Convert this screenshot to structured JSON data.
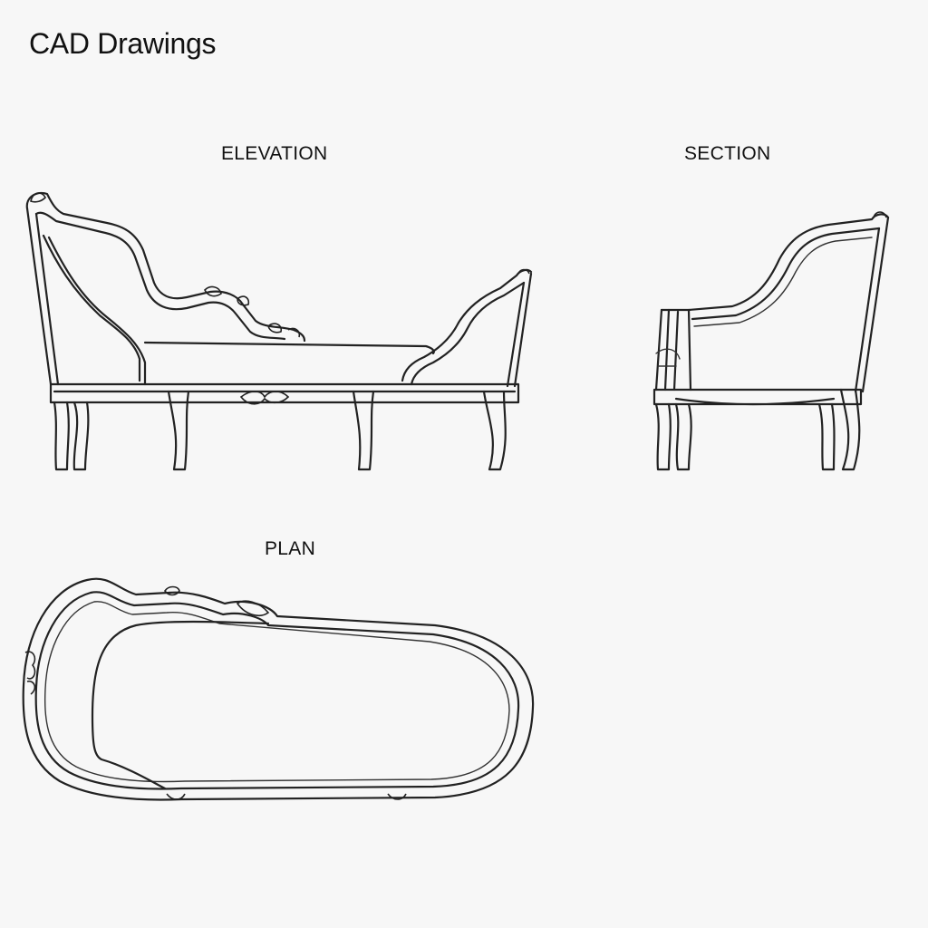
{
  "page": {
    "title": "CAD Drawings"
  },
  "views": {
    "elevation": {
      "label": "ELEVATION"
    },
    "section": {
      "label": "SECTION"
    },
    "plan": {
      "label": "PLAN"
    }
  },
  "colors": {
    "background": "#f7f7f7",
    "line": "#222222"
  }
}
